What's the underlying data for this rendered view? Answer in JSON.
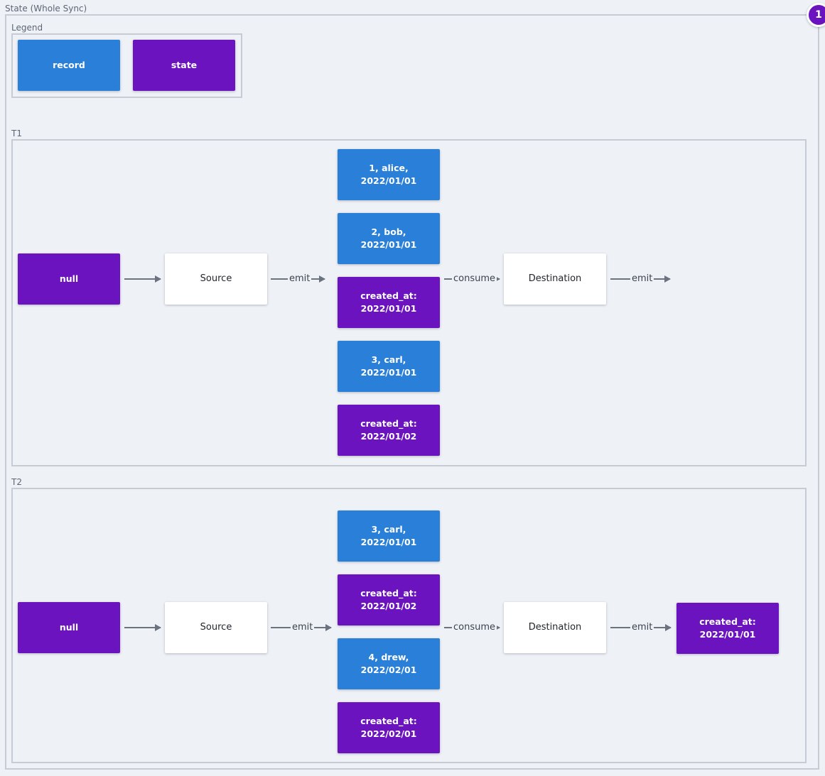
{
  "title": "State (Whole Sync)",
  "badge": "1",
  "legend": {
    "title": "Legend",
    "record_label": "record",
    "state_label": "state"
  },
  "colors": {
    "record": "#2a80d8",
    "state": "#6b13be",
    "edge": "#6b7280",
    "background": "#eef1f6"
  },
  "t1": {
    "title": "T1",
    "input_state": "null",
    "source": "Source",
    "destination": "Destination",
    "emit_label": "emit",
    "consume_label": "consume",
    "dest_emit_label": "emit",
    "messages": [
      {
        "kind": "record",
        "text": "1, alice, 2022/01/01"
      },
      {
        "kind": "record",
        "text": "2, bob, 2022/01/01"
      },
      {
        "kind": "state",
        "text": "created_at:\n2022/01/01"
      },
      {
        "kind": "record",
        "text": "3, carl, 2022/01/01"
      },
      {
        "kind": "state",
        "text": "created_at:\n2022/01/02"
      }
    ]
  },
  "t2": {
    "title": "T2",
    "input_state": "null",
    "source": "Source",
    "destination": "Destination",
    "emit_label": "emit",
    "consume_label": "consume",
    "dest_emit_label": "emit",
    "messages": [
      {
        "kind": "record",
        "text": "3, carl, 2022/01/01"
      },
      {
        "kind": "state",
        "text": "created_at:\n2022/01/02"
      },
      {
        "kind": "record",
        "text": "4, drew, 2022/02/01"
      },
      {
        "kind": "state",
        "text": "created_at:\n2022/02/01"
      }
    ],
    "output_state": "created_at:\n2022/01/01"
  }
}
